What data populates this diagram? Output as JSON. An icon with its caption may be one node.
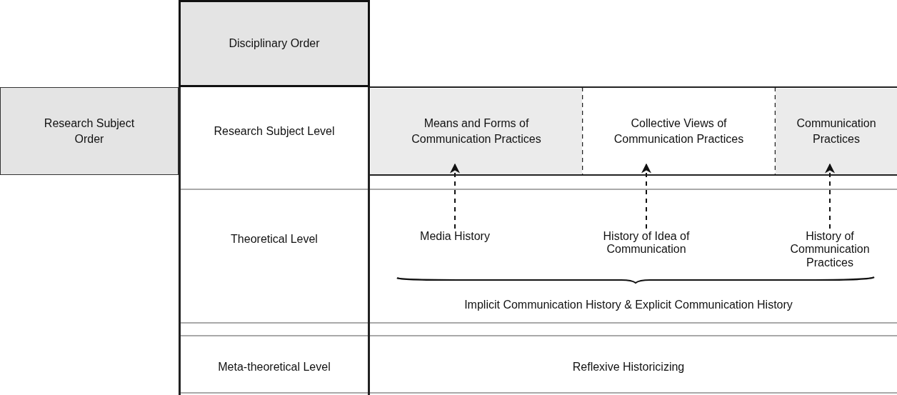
{
  "diagram": {
    "nodes": [
      {
        "text": [
          "Disciplinary Order"
        ]
      },
      {
        "text": [
          "Research Subject Order"
        ]
      },
      {
        "text": [
          "Research Subject Level"
        ]
      },
      {
        "text": [
          "Means and Forms of Communication Practices"
        ]
      },
      {
        "text": [
          "Collective Views of Communication Practices"
        ]
      },
      {
        "text": [
          "Communication Practices"
        ]
      },
      {
        "text": [
          "Theoretical Level"
        ]
      },
      {
        "text": [
          "Media History"
        ]
      },
      {
        "text": [
          "History of Idea of Communication"
        ]
      },
      {
        "text": [
          "History of Communication Practices"
        ]
      },
      {
        "text": [
          "Implicit Communication History & Explicit Communication History"
        ]
      },
      {
        "text": [
          "Meta-theoretical Level"
        ]
      },
      {
        "text": [
          "Reflexive Historicizing"
        ]
      }
    ],
    "edges": [
      {
        "from": 7,
        "to": 3,
        "arrow": "to",
        "style": "dashed"
      },
      {
        "from": 8,
        "to": 4,
        "arrow": "to",
        "style": "dashed"
      },
      {
        "from": 9,
        "to": 5,
        "arrow": "to",
        "style": "dashed"
      }
    ]
  }
}
